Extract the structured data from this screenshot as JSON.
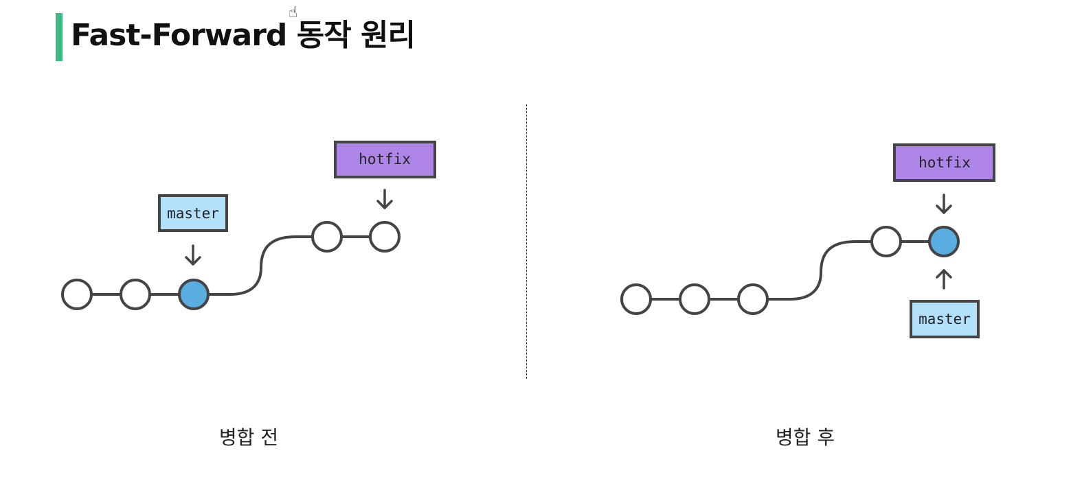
{
  "title": "Fast-Forward 동작 원리",
  "colors": {
    "accent": "#3dba84",
    "current_commit": "#5aade0",
    "master_label": "#b3e0fb",
    "hotfix_label": "#ad85e6",
    "stroke": "#444444"
  },
  "panels": [
    {
      "caption": "병합 전",
      "labels": {
        "master": "master",
        "hotfix": "hotfix"
      }
    },
    {
      "caption": "병합 후",
      "labels": {
        "master": "master",
        "hotfix": "hotfix"
      }
    }
  ]
}
